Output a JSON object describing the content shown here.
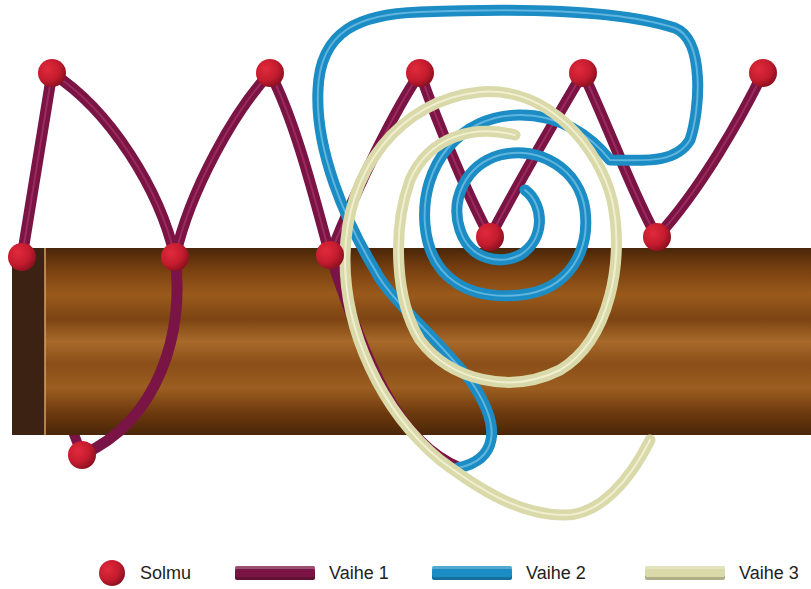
{
  "diagram": {
    "legend": [
      {
        "text": "Solmu"
      },
      {
        "text": "Vaihe 1",
        "color": "#7a1444"
      },
      {
        "text": "Vaihe 2",
        "color": "#1b8cc4"
      },
      {
        "text": "Vaihe 3",
        "color": "#d9d9aa"
      }
    ]
  }
}
